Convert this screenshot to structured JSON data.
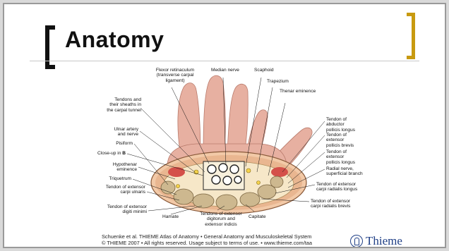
{
  "slide": {
    "title": "Anatomy"
  },
  "figure": {
    "labels_top": {
      "flexor_retinaculum": "Flexor retinaculum\n(transverse carpal\nligament)",
      "median_nerve": "Median nerve",
      "scaphoid": "Scaphoid",
      "trapezium": "Trapezium",
      "thenar_eminence": "Thenar eminence"
    },
    "labels_left": {
      "tendons_carpal_tunnel": "Tendons and\ntheir sheaths in\nthe carpal tunnel",
      "ulnar_artery": "Ulnar artery\nand nerve",
      "pisiform": "Pisiform",
      "close_up_prefix": "Close-up in ",
      "close_up_ref": "B",
      "hypothenar": "Hypothenar\neminence",
      "triquetrum": "Triquetrum",
      "ext_carpi_ulnaris": "Tendon of extensor\ncarpi ulnaris",
      "ext_digiti_minimi": "Tendon of extensor\ndigiti minimi"
    },
    "labels_bottom": {
      "hamate": "Hamate",
      "ext_digitorum": "Tendons of extensor\ndigitorum and\nextensor indicis",
      "capitate": "Capitate"
    },
    "labels_right": {
      "abd_pollicis_longus": "Tendon of abductor\npollicis longus",
      "ext_pollicis_brevis": "Tendon of extensor\npollicis brevis",
      "ext_pollicis_longus": "Tendon of extensor\npollicis longus",
      "radial_nerve": "Radial nerve,\nsuperficial branch",
      "ext_carpi_rad_longus": "Tendon of extensor\ncarpi radialis longus",
      "ext_carpi_rad_brevis": "Tendon of extensor\ncarpi radialis brevis"
    }
  },
  "footer": {
    "credit": "Schuenke et al. THIEME Atlas of Anatomy • General Anatomy and Musculoskeletal System\n© THIEME 2007 • All rights reserved. Usage subject to terms of use. • www.thieme.com/taa",
    "publisher": "Thieme"
  },
  "colors": {
    "title_bracket": "#111111",
    "accent_bracket": "#c89a10",
    "brand_blue": "#1f3f86",
    "skin": "#e3a99a"
  }
}
